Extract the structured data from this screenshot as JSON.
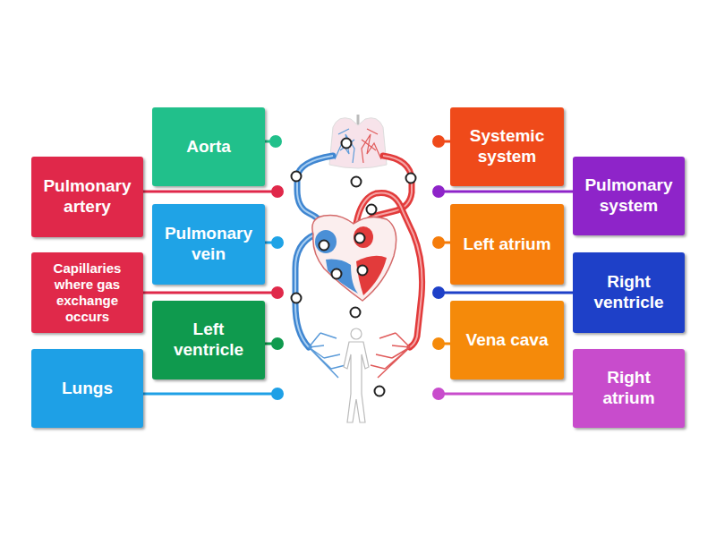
{
  "diagram": {
    "nodes": [
      {
        "text": [
          "Aorta"
        ]
      },
      {
        "text": [
          "Systemic system"
        ]
      },
      {
        "text": [
          "Pulmonary artery"
        ]
      },
      {
        "text": [
          "Pulmonary system"
        ]
      },
      {
        "text": [
          "Pulmonary vein"
        ]
      },
      {
        "text": [
          "Left atrium"
        ]
      },
      {
        "text": [
          "Capillaries where gas exchange occurs"
        ]
      },
      {
        "text": [
          "Right ventricle"
        ]
      },
      {
        "text": [
          "Left ventricle"
        ]
      },
      {
        "text": [
          "Vena cava"
        ]
      },
      {
        "text": [
          "Lungs"
        ]
      },
      {
        "text": [
          "Right atrium"
        ]
      }
    ]
  }
}
